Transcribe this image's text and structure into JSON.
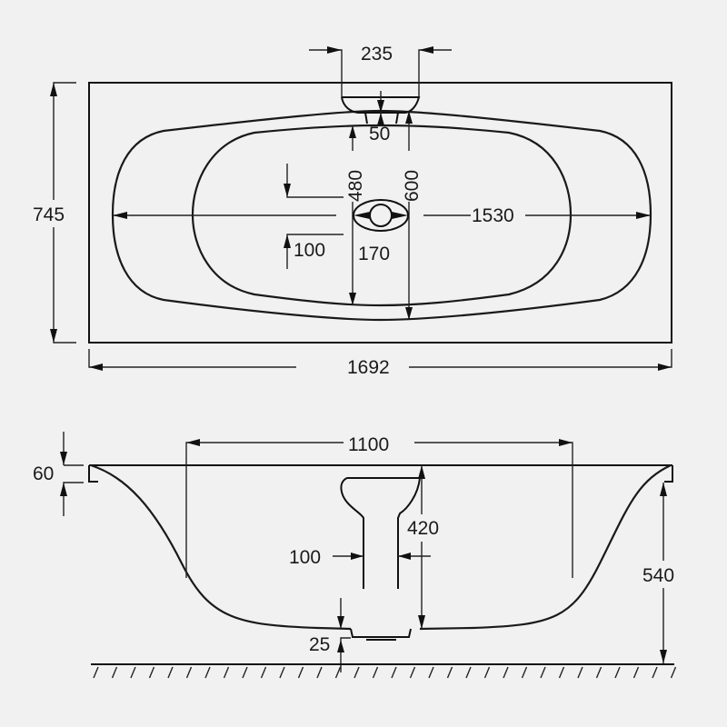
{
  "drawing": {
    "title": "Double-ended bath technical drawing",
    "background_color": "#f1f1f1",
    "line_color": "#111111",
    "units": "mm",
    "top_view": {
      "overall_length": "1692",
      "overall_width": "745",
      "inner_length": "1530",
      "tap_deck_width": "235",
      "tap_deck_depth": "50",
      "waste_offset_480": "480",
      "waste_offset_600": "600",
      "waste_diameter": "170",
      "waste_tolerance": "100"
    },
    "side_view": {
      "floor_length": "1100",
      "rim_thickness": "60",
      "overall_height": "540",
      "internal_depth": "420",
      "waste_pipe_width": "100",
      "waste_clearance": "25"
    }
  }
}
